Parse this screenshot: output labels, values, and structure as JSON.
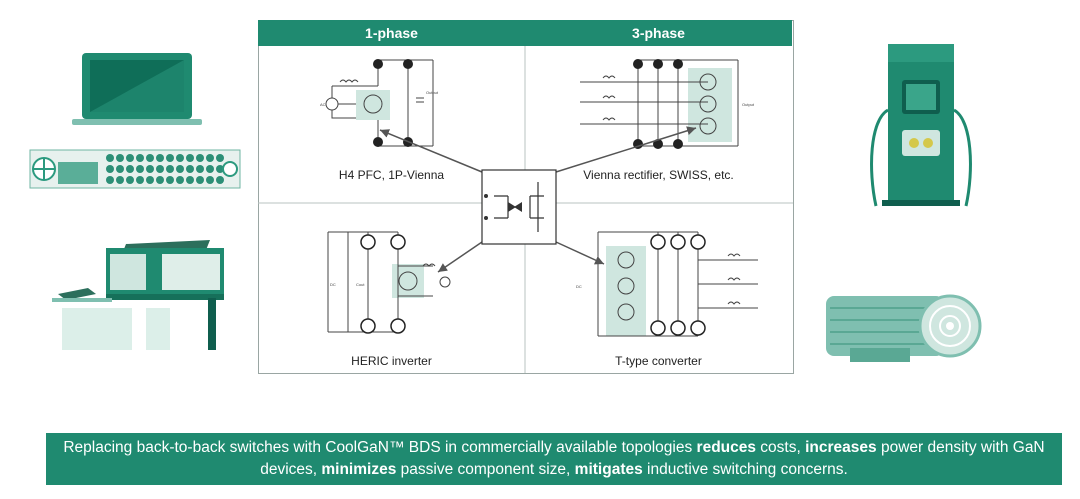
{
  "headers": {
    "one_phase": "1-phase",
    "three_phase": "3-phase"
  },
  "captions": {
    "h4pfc": "H4 PFC, 1P-Vienna",
    "vienna": "Vienna rectifier, SWISS, etc.",
    "heric": "HERIC inverter",
    "ttype": "T-type converter"
  },
  "circuit_labels": {
    "output": "Output",
    "ac": "AC",
    "dc": "DC",
    "cout": "Cout"
  },
  "banner": {
    "t1": "Replacing back-to-back switches with CoolGaN™ BDS in commercially available topologies ",
    "b1": "reduces",
    "t2": " costs, ",
    "b2": "increases",
    "t3": " power density with GaN devices, ",
    "b3": "minimizes",
    "t4": " passive component size, ",
    "b4": "mitigates",
    "t5": " inductive switching concerns."
  },
  "colors": {
    "accent": "#1f8a70",
    "highlight": "#cfe6df",
    "dark": "#0f5e4e",
    "mid": "#3aa58a"
  },
  "icons": [
    "laptop-icon",
    "server-rack-icon",
    "house-solar-icon",
    "ev-charger-icon",
    "motor-icon",
    "bds-switch-icon"
  ]
}
